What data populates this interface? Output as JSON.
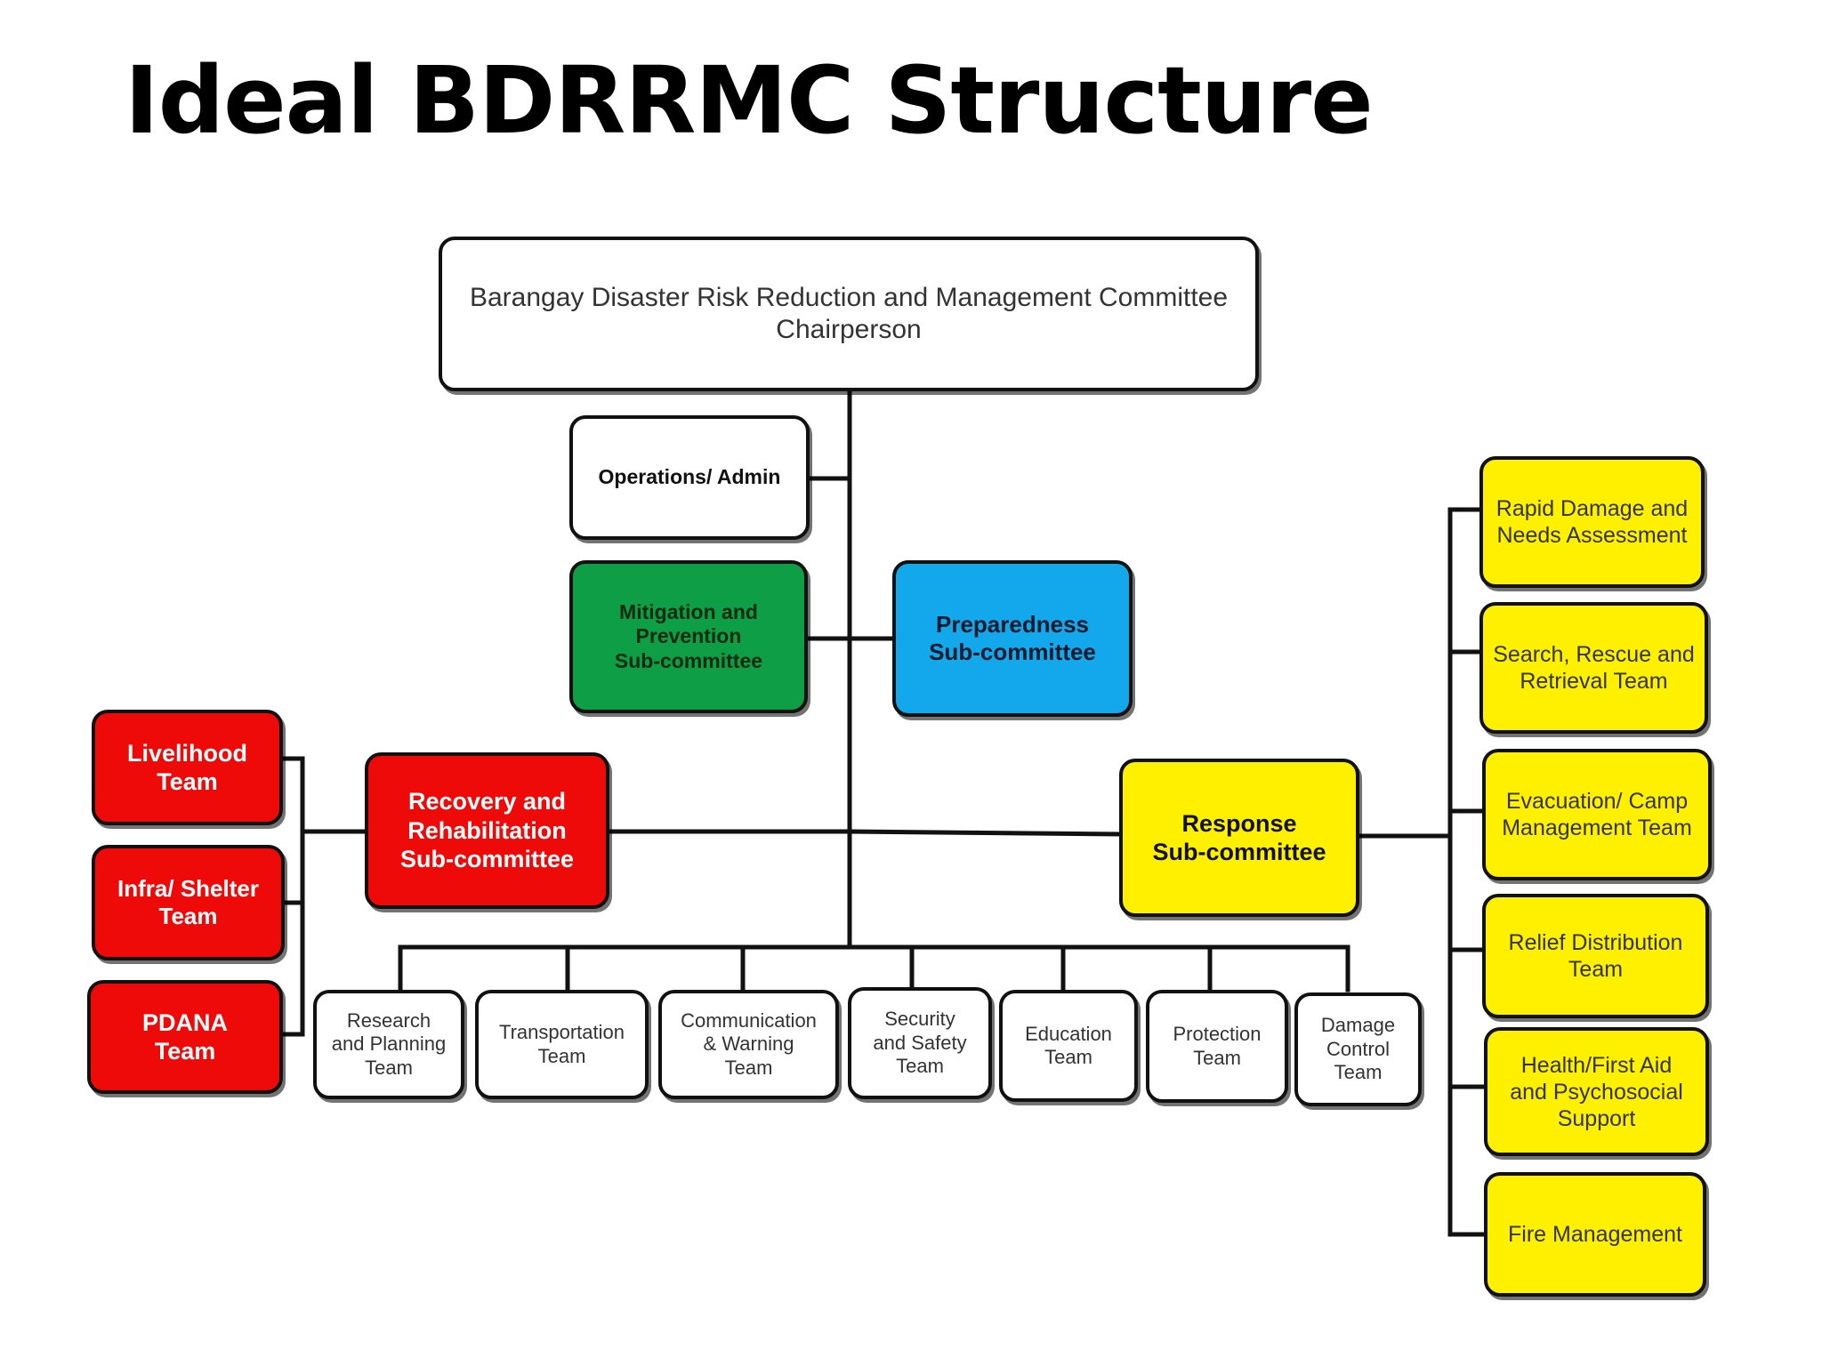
{
  "title": "Ideal BDRRMC Structure",
  "colors": {
    "red": "#ef0a0a",
    "green": "#0e9e46",
    "blue": "#13a8ec",
    "yellow": "#fff000",
    "line": "#111111"
  },
  "nodes": {
    "chair": "Barangay Disaster Risk Reduction and Management Committee\nChairperson",
    "ops_admin": "Operations/ Admin",
    "mitigation": "Mitigation and\nPrevention\nSub-committee",
    "preparedness": "Preparedness\nSub-committee",
    "recovery": "Recovery and\nRehabilitation\nSub-committee",
    "response": "Response\nSub-committee"
  },
  "recovery_teams": [
    "Livelihood\nTeam",
    "Infra/ Shelter\nTeam",
    "PDANA\nTeam"
  ],
  "response_teams": [
    "Rapid Damage and\nNeeds Assessment",
    "Search, Rescue and\nRetrieval Team",
    "Evacuation/ Camp\nManagement Team",
    "Relief Distribution\nTeam",
    "Health/First Aid\nand Psychosocial\nSupport",
    "Fire Management"
  ],
  "bottom_teams": [
    "Research\nand Planning\nTeam",
    "Transportation\nTeam",
    "Communication\n& Warning\nTeam",
    "Security\nand Safety\nTeam",
    "Education\nTeam",
    "Protection\nTeam",
    "Damage\nControl\nTeam"
  ]
}
